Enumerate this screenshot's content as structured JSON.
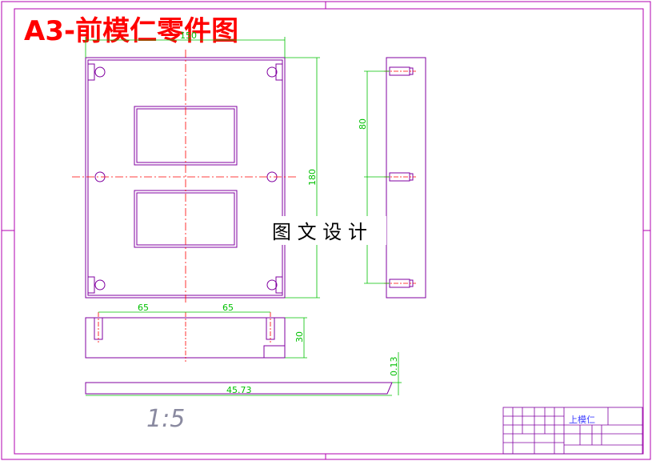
{
  "title": "A3-前模仁零件图",
  "watermark": "图 文 设 计",
  "scale_note": "1:5",
  "dimensions": {
    "top_width": "150",
    "height_180": "180",
    "side_80": "80",
    "bottom_65_left": "65",
    "bottom_65_right": "65",
    "bottom_30": "30",
    "strip_013": "0.13",
    "strip_4573": "45.73"
  },
  "title_block": {
    "part_name": "上模仁"
  },
  "colors": {
    "border": "#b000b0",
    "part": "#8000a0",
    "dimension": "#00c000",
    "center": "#ff0000",
    "title": "#ff0000"
  }
}
